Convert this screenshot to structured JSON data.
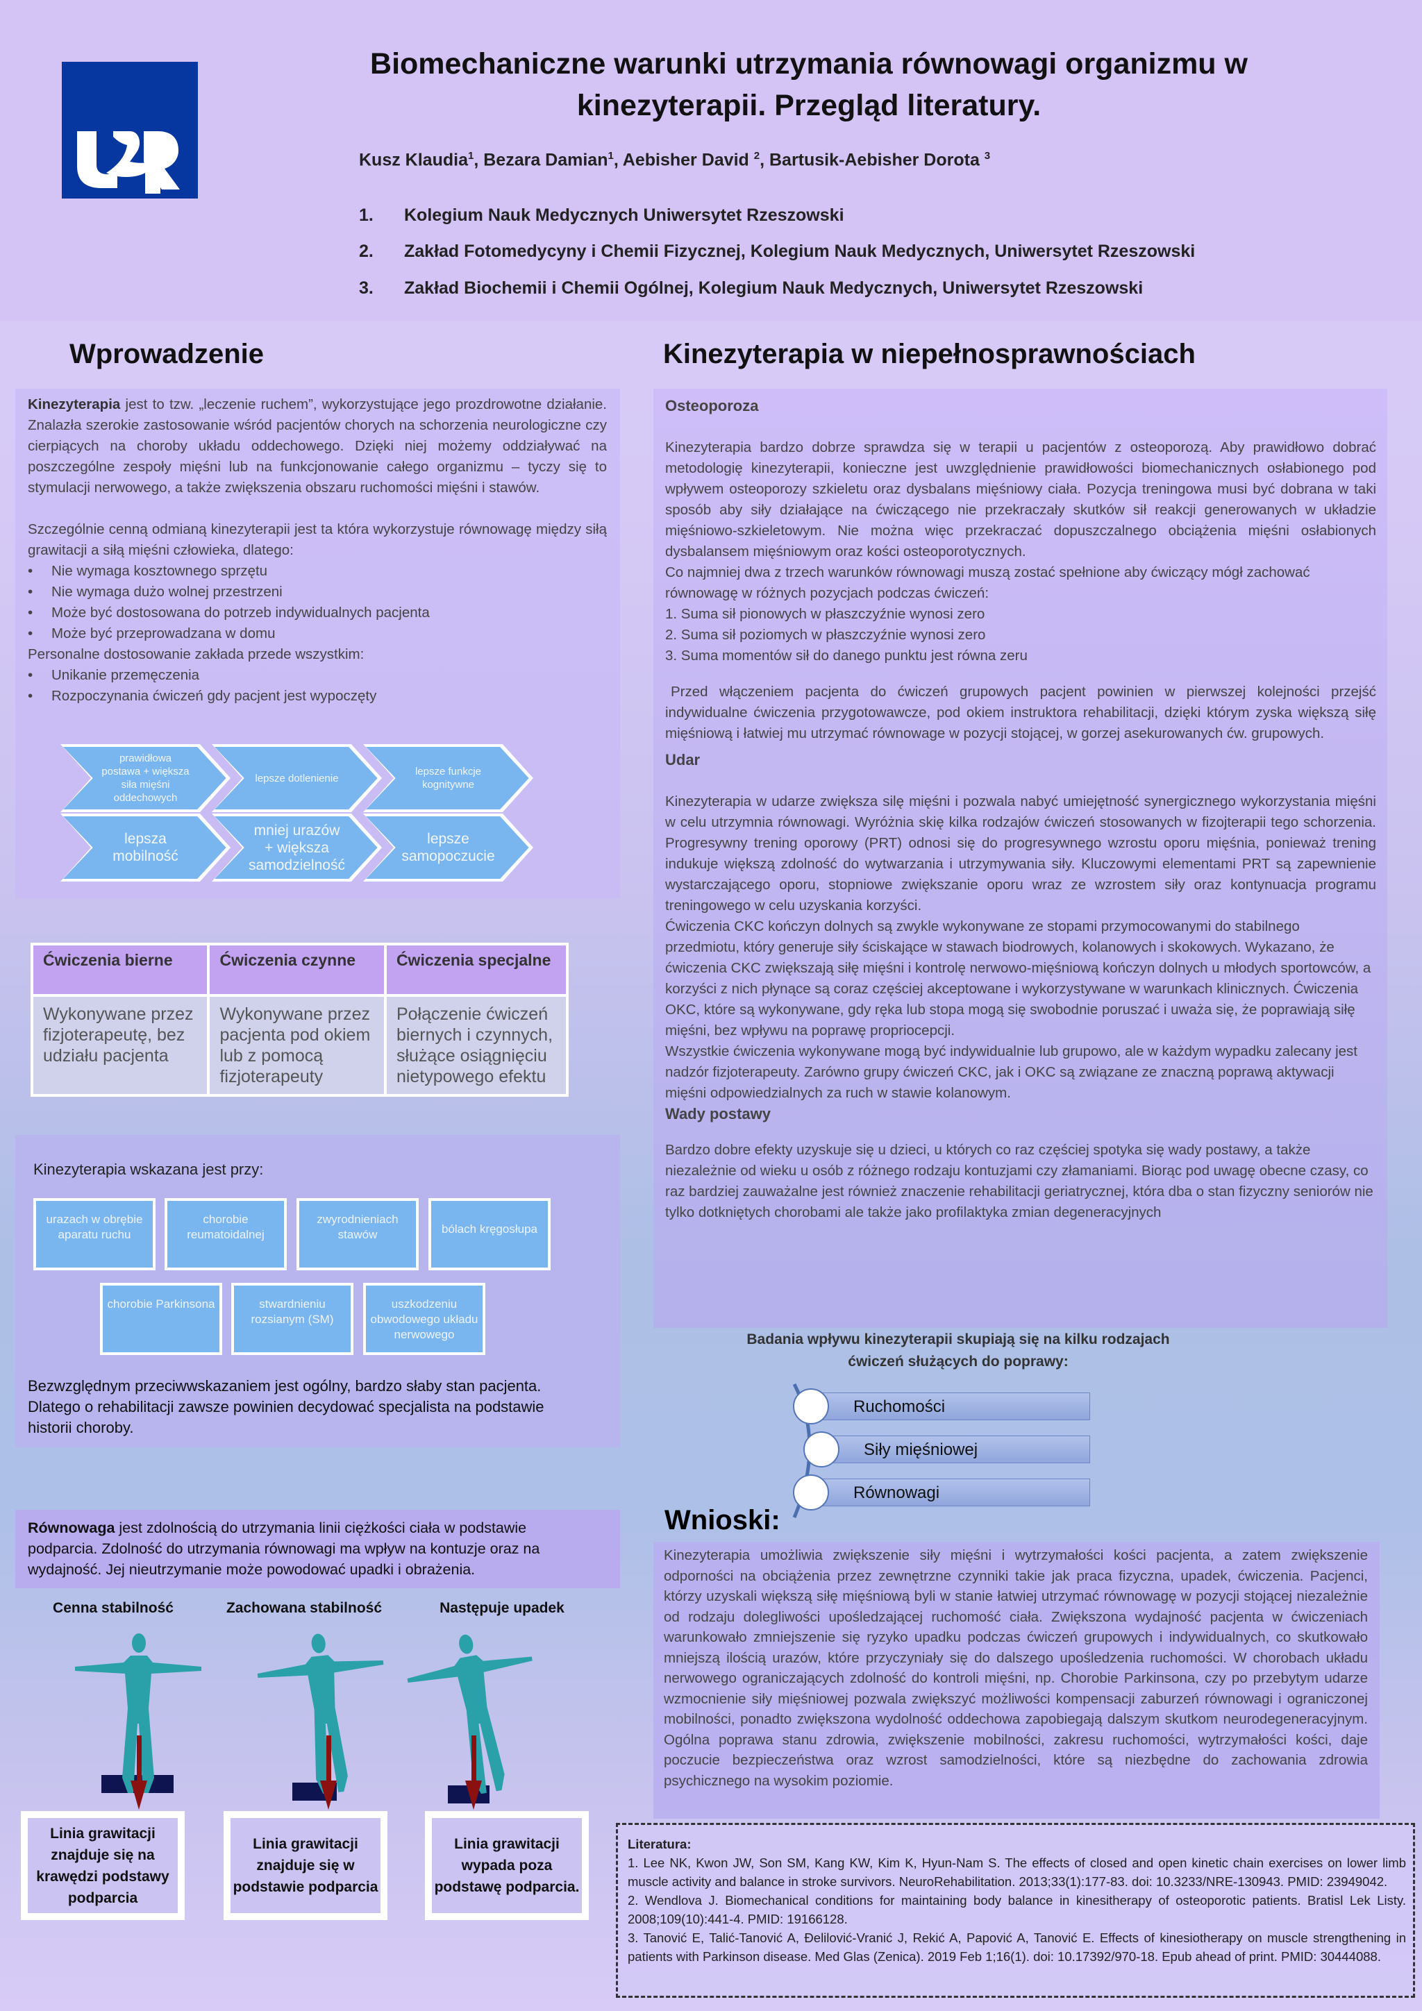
{
  "header": {
    "logo_text": "UR",
    "title_line1": "Biomechaniczne warunki utrzymania równowagi organizmu w",
    "title_line2": "kinezyterapii. Przegląd literatury.",
    "authors": [
      {
        "name": "Kusz Klaudia",
        "sup": "1"
      },
      {
        "name": "Bezara Damian",
        "sup": "1"
      },
      {
        "name": "Aebisher David ",
        "sup": "2"
      },
      {
        "name": "Bartusik-Aebisher Dorota ",
        "sup": "3"
      }
    ],
    "affiliations": [
      {
        "n": "1.",
        "text": "Kolegium Nauk Medycznych Uniwersytet Rzeszowski"
      },
      {
        "n": "2.",
        "text": "Zakład Fotomedycyny i Chemii Fizycznej, Kolegium Nauk Medycznych, Uniwersytet Rzeszowski"
      },
      {
        "n": "3.",
        "text": "Zakład Biochemii i Chemii Ogólnej, Kolegium Nauk Medycznych, Uniwersytet Rzeszowski"
      }
    ]
  },
  "intro": {
    "heading": "Wprowadzenie",
    "lead_bold": "Kinezyterapia",
    "lead_rest": " jest to tzw. „leczenie ruchem”, wykorzystujące jego prozdrowotne działanie. Znalazła szerokie zastosowanie wśród pacjentów chorych na schorzenia neurologiczne czy cierpiących na choroby układu oddechowego. Dzięki niej możemy oddziaływać na poszczególne zespoły mięśni lub na funkcjonowanie całego organizmu – tyczy się to stymulacji nerwowego, a także zwiększenia obszaru ruchomości mięśni i stawów.",
    "para2": "Szczególnie cenną odmianą kinezyterapii jest ta która wykorzystuje równowagę między siłą grawitacji a siłą mięśni człowieka, dlatego:",
    "bullets1": [
      "Nie wymaga kosztownego sprzętu",
      "Nie wymaga dużo wolnej przestrzeni",
      "Może być dostosowana do potrzeb indywidualnych pacjenta",
      "Może być przeprowadzana w domu"
    ],
    "para3": "Personalne dostosowanie zakłada przede wszystkim:",
    "bullets2": [
      "Unikanie przemęczenia",
      "Rozpoczynania ćwiczeń gdy pacjent jest wypoczęty"
    ],
    "chevrons_top": [
      "prawidłowa postawa + większa siła mięśni oddechowych",
      "lepsze dotlenienie",
      "lepsze funkcje kognitywne"
    ],
    "chevrons_bottom": [
      "lepsza mobilność",
      "mniej urazów + większa samodzielność",
      "lepsze samopoczucie"
    ]
  },
  "exercise_table": {
    "headers": [
      "Ćwiczenia bierne",
      "Ćwiczenia czynne",
      "Ćwiczenia specjalne"
    ],
    "cells": [
      "Wykonywane przez fizjoterapeutę, bez udziału pacjenta",
      "Wykonywane przez pacjenta pod okiem lub z pomocą fizjoterapeuty",
      "Połączenie ćwiczeń biernych i czynnych, służące osiągnięciu nietypowego efektu"
    ]
  },
  "indications": {
    "title": "Kinezyterapia wskazana jest przy:",
    "row1": [
      "urazach w obrębie aparatu ruchu",
      "chorobie reumatoidalnej",
      "zwyrodnieniach stawów",
      "bólach kręgosłupa"
    ],
    "row2": [
      "chorobie Parkinsona",
      "stwardnieniu rozsianym (SM)",
      "uszkodzeniu obwodowego układu nerwowego"
    ],
    "contra": "Bezwzględnym przeciwwskazaniem jest ogólny, bardzo słaby stan pacjenta. Dlatego o rehabilitacji zawsze powinien decydować specjalista na podstawie historii choroby."
  },
  "balance": {
    "lead_bold": "Równowaga",
    "lead_rest": " jest zdolnością do utrzymania linii ciężkości ciała w podstawie podparcia. Zdolność do utrzymania równowagi ma wpływ na kontuzje oraz na wydajność. Jej nieutrzymanie może powodować upadki i obrażenia.",
    "labels": [
      "Cenna stabilność",
      "Zachowana stabilność",
      "Następuje upadek"
    ],
    "captions": [
      "Linia grawitacji znajduje się na krawędzi podstawy podparcia",
      "Linia grawitacji znajduje się w podstawie podparcia",
      "Linia grawitacji wypada poza podstawę podparcia."
    ]
  },
  "disability": {
    "heading": "Kinezyterapia w niepełnosprawnościach",
    "osteo_title": "Osteoporoza",
    "osteo_p1": "Kinezyterapia bardzo dobrze sprawdza się w terapii u pacjentów z osteoporozą. Aby prawidłowo dobrać metodologię kinezyterapii, konieczne jest uwzględnienie prawidłowości biomechanicznych osłabionego pod wpływem osteoporozy szkieletu oraz dysbalans mięśniowy ciała. Pozycja treningowa musi być dobrana w taki sposób aby siły działające na ćwiczącego nie przekraczały skutków sił reakcji generowanych w układzie mięśniowo-szkieletowym. Nie można więc przekraczać dopuszczalnego obciążenia mięśni osłabionych dysbalansem mięśniowym oraz kości osteoporotycznych.",
    "osteo_p2": "Co najmniej dwa z trzech warunków równowagi muszą zostać spełnione aby ćwiczący mógł zachować równowagę w różnych pozycjach podczas ćwiczeń:",
    "osteo_list": [
      "1. Suma sił pionowych w płaszczyźnie wynosi zero",
      "2. Suma sił poziomych w płaszczyźnie wynosi zero",
      "3. Suma momentów sił do danego punktu jest równa zeru"
    ],
    "osteo_p3": "Przed włączeniem pacjenta do ćwiczeń grupowych pacjent powinien w pierwszej kolejności przejść indywidualne ćwiczenia przygotowawcze, pod okiem instruktora rehabilitacji, dzięki którym zyska większą siłę mięśniową i łatwiej mu utrzymać równowage w pozycji stojącej, w gorzej asekurowanych ćw. grupowych.",
    "stroke_title": "Udar",
    "stroke_p1": "Kinezyterapia w udarze zwiększa silę mięśni i pozwala nabyć umiejętność synergicznego wykorzystania mięśni w celu utrzymnia równowagi. Wyróżnia skię kilka rodzajów ćwiczeń stosowanych w fizojterapii tego schorzenia. Progresywny trening oporowy (PRT) odnosi się do progresywnego wzrostu oporu mięśnia, ponieważ trening indukuje większą zdolność do wytwarzania i utrzymywania siły. Kluczowymi elementami PRT są zapewnienie wystarczającego oporu, stopniowe zwiększanie oporu wraz ze wzrostem siły oraz kontynuacja programu treningowego w celu uzyskania korzyści.",
    "stroke_p2": "Ćwiczenia CKC kończyn dolnych są zwykle wykonywane ze stopami przymocowanymi do stabilnego przedmiotu, który generuje siły ściskające w stawach biodrowych, kolanowych i skokowych. Wykazano, że ćwiczenia CKC zwiększają siłę mięśni i kontrolę nerwowo-mięśniową kończyn dolnych u młodych sportowców, a korzyści z nich płynące są coraz częściej akceptowane i wykorzystywane w warunkach klinicznych. Ćwiczenia OKC, które są wykonywane, gdy ręka lub stopa mogą się swobodnie poruszać i uważa się, że poprawiają siłę mięśni, bez wpływu na poprawę propriocepcji.",
    "stroke_p3": "Wszystkie ćwiczenia wykonywane mogą być indywidualnie lub grupowo, ale w każdym wypadku zalecany jest nadzór fizjoterapeuty. Zarówno grupy ćwiczeń CKC, jak i OKC są związane ze znaczną poprawą aktywacji mięśni odpowiedzialnych za ruch w stawie kolanowym.",
    "posture_title": "Wady postawy",
    "posture_p1": "Bardzo dobre efekty uzyskuje się u dzieci, u których co raz częściej spotyka się wady postawy, a także niezależnie od wieku u osób z różnego rodzaju kontuzjami czy złamaniami. Biorąc pod uwagę obecne czasy, co raz bardziej zauważalne jest również znaczenie rehabilitacji geriatrycznej, która dba o stan fizyczny seniorów nie tylko dotkniętych chorobami ale także jako profilaktyka zmian degeneracyjnych"
  },
  "research": {
    "title_line1": "Badania wpływu kinezyterapii skupiają się na kilku rodzajach",
    "title_line2": "ćwiczeń służących do poprawy:",
    "items": [
      "Ruchomości",
      "Siły mięśniowej",
      "Równowagi"
    ]
  },
  "conclusions": {
    "heading": "Wnioski:",
    "text": "Kinezyterapia umożliwia zwiększenie siły mięśni i wytrzymałości kości pacjenta, a zatem zwiększenie odporności na obciążenia przez zewnętrzne czynniki takie jak praca fizyczna, upadek, ćwiczenia. Pacjenci, którzy uzyskali większą siłę mięśniową byli w stanie łatwiej utrzymać równowagę w pozycji stojącej niezależnie od rodzaju dolegliwości upośledzającej ruchomość ciała. Zwiększona wydajność pacjenta w ćwiczeniach warunkowało zmniejszenie się ryzyko upadku podczas ćwiczeń grupowych i indywidualnych, co skutkowało mniejszą ilością urazów, które przyczyniały się do dalszego upośledzenia ruchomości. W chorobach układu nerwowego ograniczających zdolność do kontroli mięśni, np. Chorobie Parkinsona, czy po przebytym udarze wzmocnienie siły mięśniowej pozwala zwiększyć możliwości kompensacji zaburzeń równowagi i ograniczonej mobilności, ponadto zwiększona wydolność oddechowa zapobiegają dalszym skutkom neurodegeneracyjnym. Ogólna poprawa stanu zdrowia, zwiększenie mobilności, zakresu ruchomości, wytrzymałości kości, daje poczucie bezpieczeństwa oraz wzrost samodzielności, które są niezbędne do zachowania zdrowia psychicznego na wysokim poziomie."
  },
  "references": {
    "title": "Literatura:",
    "items": [
      "1. Lee NK, Kwon JW, Son SM, Kang KW, Kim K, Hyun-Nam S. The effects of closed and open kinetic chain exercises on lower limb muscle activity and balance in stroke survivors. NeuroRehabilitation. 2013;33(1):177-83. doi: 10.3233/NRE-130943. PMID: 23949042.",
      "2. Wendlova J. Biomechanical conditions for maintaining body balance in kinesitherapy of osteoporotic patients. Bratisl Lek Listy. 2008;109(10):441-4. PMID: 19166128.",
      "3. Tanović E, Talić-Tanović A, Đelilović-Vranić J, Rekić A, Papović A, Tanović E. Effects of kinesiotherapy on muscle strengthening in patients with Parkinson disease. Med Glas (Zenica). 2019 Feb 1;16(1). doi: 10.17392/970-18. Epub ahead of print. PMID: 30444088."
    ]
  },
  "colors": {
    "logo_blue": "#0636a0",
    "chevron_blue": "#79b5ef",
    "table_header": "#c1a3f2",
    "gravity_arrow": "#8b1010",
    "figure": "#2aa0a8"
  }
}
